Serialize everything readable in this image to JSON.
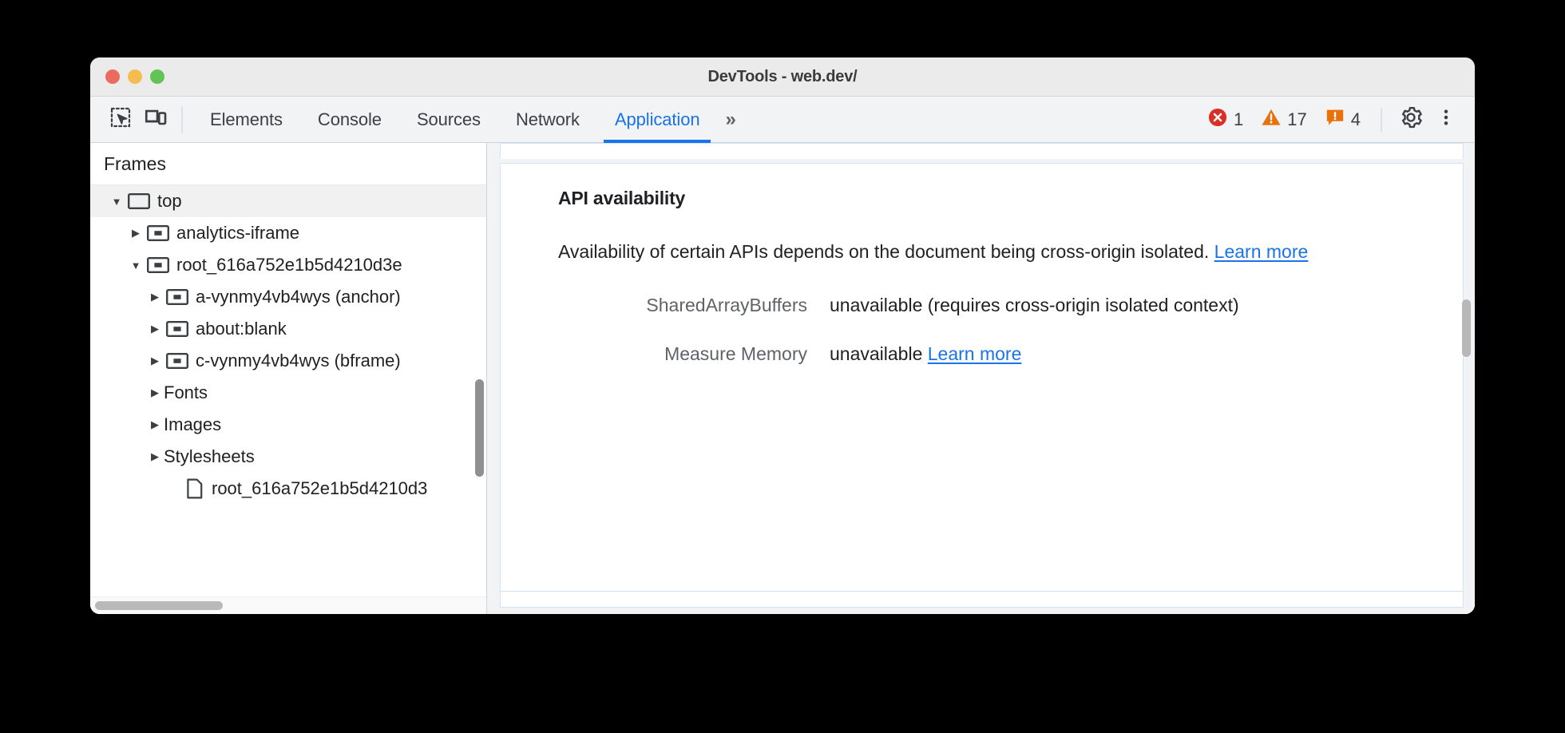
{
  "window": {
    "title": "DevTools - web.dev/",
    "traffic_lights": [
      "close",
      "minimize",
      "zoom"
    ]
  },
  "toolbar": {
    "inspect_icon": "inspect-element-icon",
    "device_icon": "device-toolbar-icon",
    "tabs": [
      {
        "label": "Elements",
        "active": false
      },
      {
        "label": "Console",
        "active": false
      },
      {
        "label": "Sources",
        "active": false
      },
      {
        "label": "Network",
        "active": false
      },
      {
        "label": "Application",
        "active": true
      }
    ],
    "more_tabs_label": "»",
    "counters": {
      "errors": {
        "icon": "error-icon",
        "count": "1",
        "color": "#d93025"
      },
      "warnings": {
        "icon": "warning-icon",
        "count": "17",
        "color": "#e8710a"
      },
      "issues": {
        "icon": "issue-icon",
        "count": "4",
        "color": "#e8710a"
      }
    },
    "settings_icon": "gear-icon",
    "more_options_icon": "more-vertical-icon"
  },
  "sidebar": {
    "header": "Frames",
    "tree": [
      {
        "label": "top",
        "arrow": "down",
        "icon": "frame-icon",
        "indent": 0,
        "selected": true
      },
      {
        "label": "analytics-iframe",
        "arrow": "right",
        "icon": "iframe-icon",
        "indent": 1,
        "selected": false
      },
      {
        "label": "root_616a752e1b5d4210d3e",
        "arrow": "down",
        "icon": "iframe-icon",
        "indent": 1,
        "selected": false
      },
      {
        "label": "a-vynmy4vb4wys (anchor)",
        "arrow": "right",
        "icon": "iframe-icon",
        "indent": 2,
        "selected": false
      },
      {
        "label": "about:blank",
        "arrow": "right",
        "icon": "iframe-icon",
        "indent": 2,
        "selected": false
      },
      {
        "label": "c-vynmy4vb4wys (bframe)",
        "arrow": "right",
        "icon": "iframe-icon",
        "indent": 2,
        "selected": false
      },
      {
        "label": "Fonts",
        "arrow": "right",
        "icon": "none",
        "indent": 1,
        "selected": false
      },
      {
        "label": "Images",
        "arrow": "right",
        "icon": "none",
        "indent": 1,
        "selected": false
      },
      {
        "label": "Stylesheets",
        "arrow": "right",
        "icon": "none",
        "indent": 1,
        "selected": false
      },
      {
        "label": "root_616a752e1b5d4210d3",
        "arrow": "none",
        "icon": "document-icon",
        "indent": 2,
        "selected": false
      }
    ]
  },
  "main": {
    "section_title": "API availability",
    "paragraph_prefix": "Availability of certain APIs depends on the document being cross-origin isolated. ",
    "paragraph_link": "Learn more",
    "rows": [
      {
        "key": "SharedArrayBuffers",
        "value": "unavailable  (requires cross-origin isolated context)",
        "link": ""
      },
      {
        "key": "Measure Memory",
        "value": "unavailable ",
        "link": "Learn more"
      }
    ]
  }
}
